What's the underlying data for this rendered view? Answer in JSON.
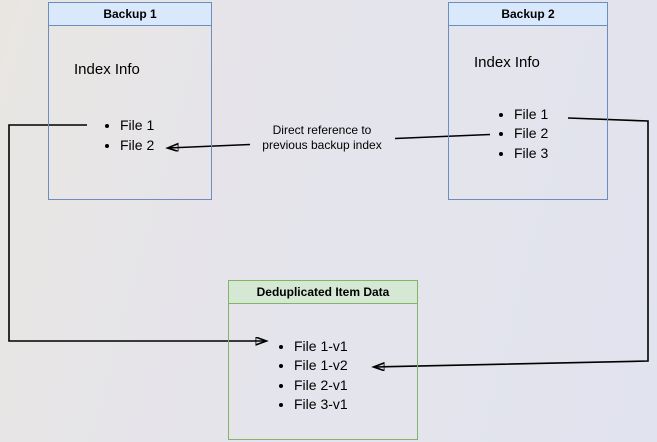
{
  "palette": {
    "blue-fill": "#dae8fc",
    "blue-border": "#6c8ebf",
    "green-fill": "#d5e8d4",
    "green-border": "#82b366",
    "arrow": "#000000"
  },
  "boxes": {
    "backup1": {
      "title": "Backup 1",
      "subtitle": "Index Info",
      "items": [
        "File 1",
        "File 2"
      ]
    },
    "backup2": {
      "title": "Backup 2",
      "subtitle": "Index Info",
      "items": [
        "File 1",
        "File 2",
        "File 3"
      ]
    },
    "dedup": {
      "title": "Deduplicated Item Data",
      "items": [
        "File 1-v1",
        "File 1-v2",
        "File 2-v1",
        "File 3-v1"
      ]
    }
  },
  "annotations": {
    "direct_reference": {
      "line1": "Direct reference to",
      "line2": "previous backup index"
    }
  }
}
